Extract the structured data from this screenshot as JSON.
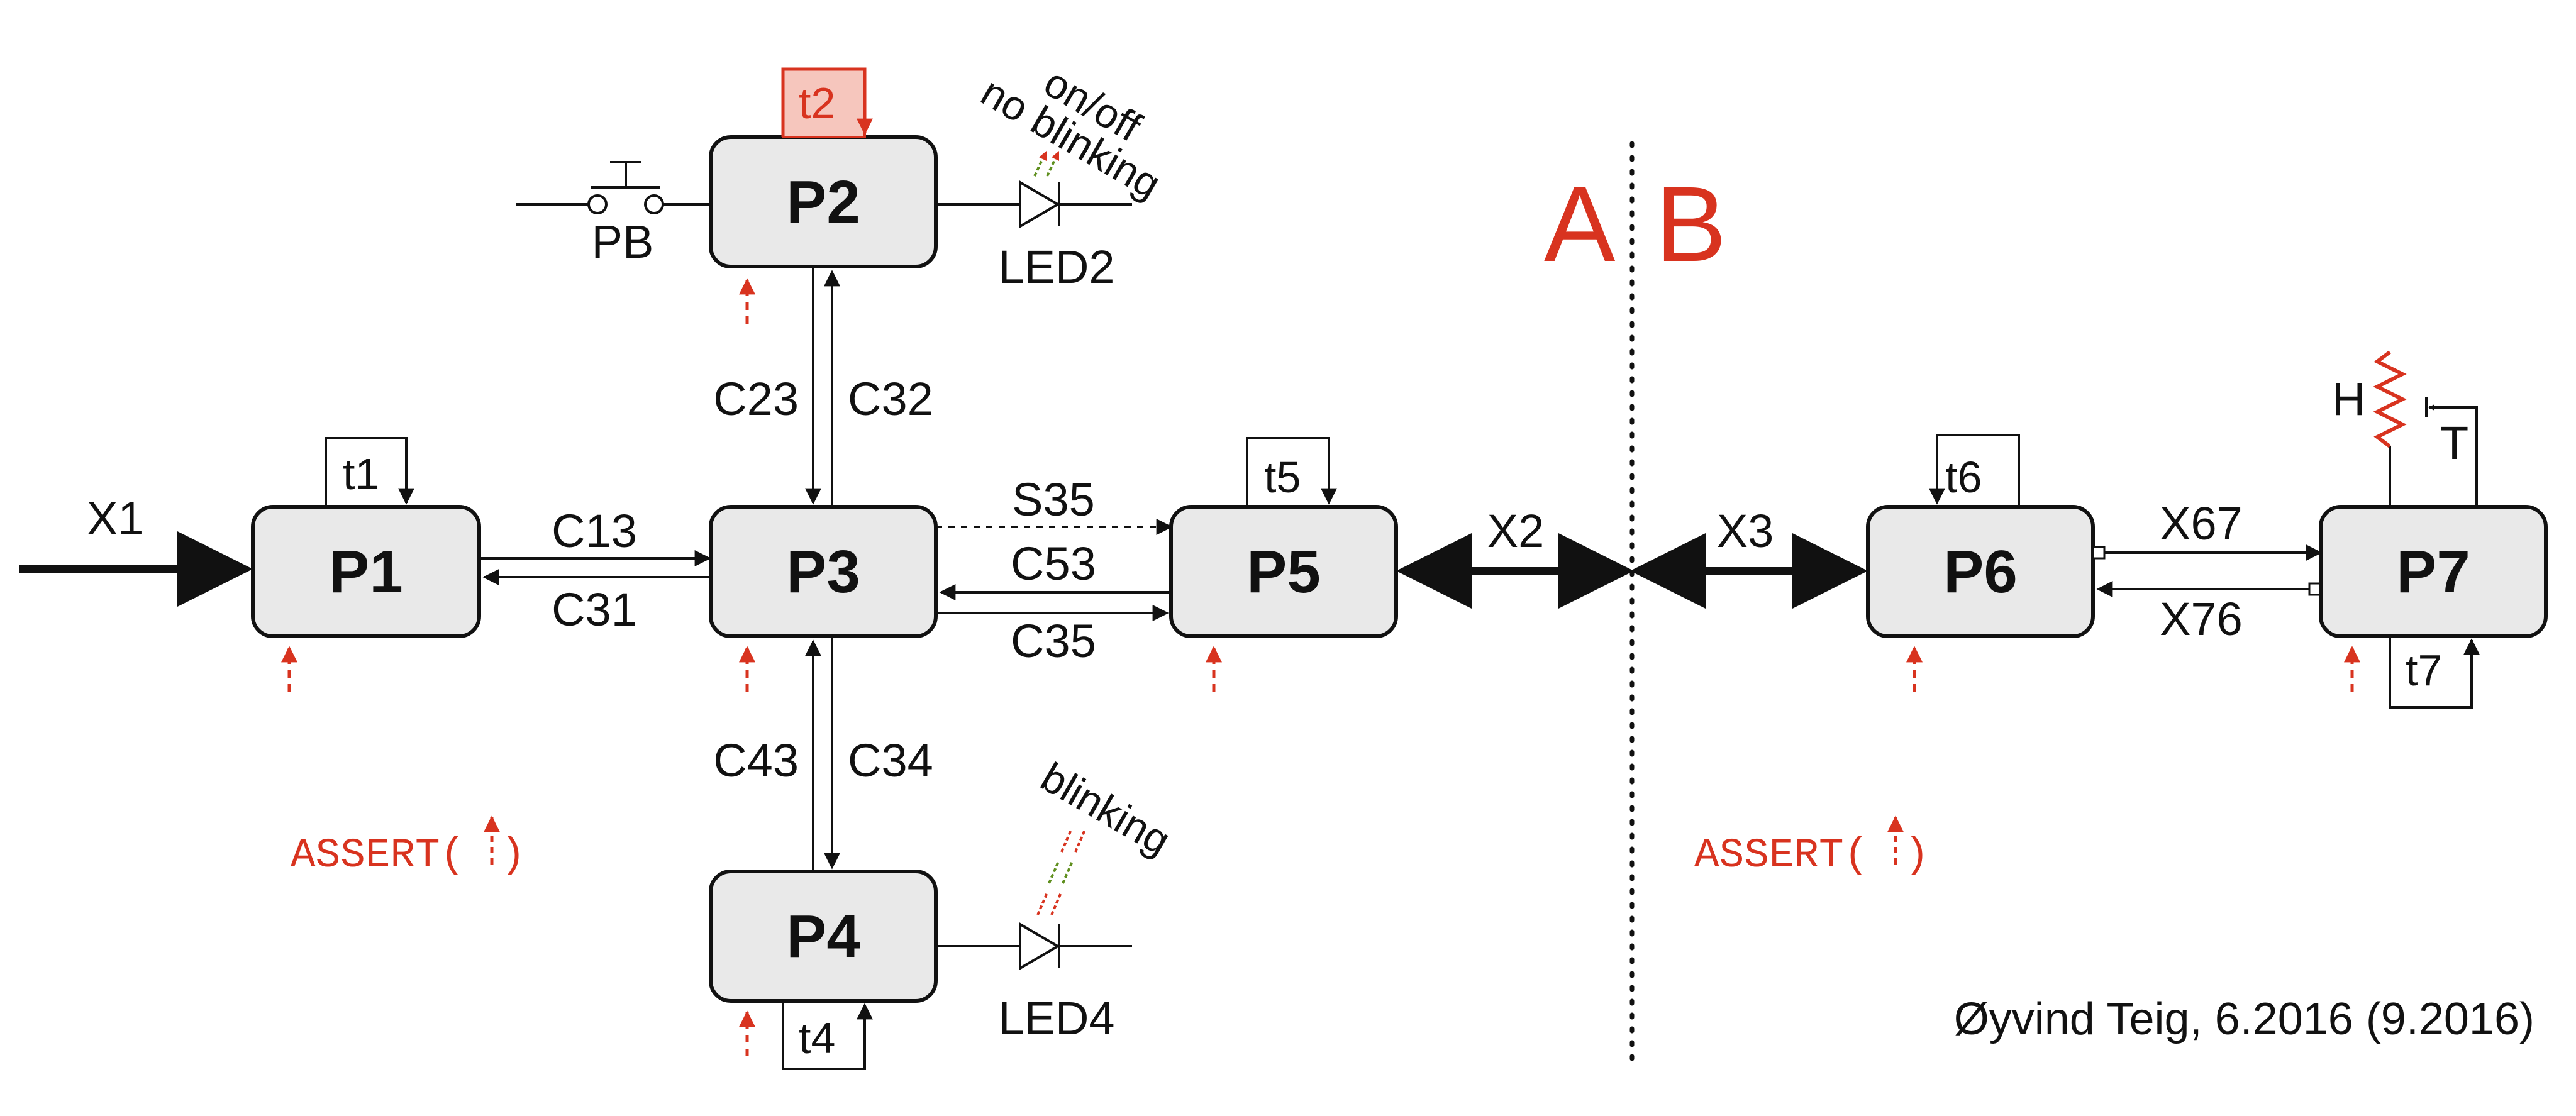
{
  "processes": {
    "p1": "P1",
    "p2": "P2",
    "p3": "P3",
    "p4": "P4",
    "p5": "P5",
    "p6": "P6",
    "p7": "P7"
  },
  "timers": {
    "t1": "t1",
    "t2": "t2",
    "t4": "t4",
    "t5": "t5",
    "t6": "t6",
    "t7": "t7"
  },
  "channels": {
    "c13": "C13",
    "c31": "C31",
    "c23": "C23",
    "c32": "C32",
    "c43": "C43",
    "c34": "C34",
    "s35": "S35",
    "c53": "C53",
    "c35": "C35",
    "x1": "X1",
    "x2": "X2",
    "x3": "X3",
    "x67": "X67",
    "x76": "X76"
  },
  "devices": {
    "pb": "PB",
    "led2": "LED2",
    "led4": "LED4",
    "h": "H",
    "t": "T",
    "led2_note_1": "on/off",
    "led2_note_2": "no blinking",
    "led4_note": "blinking"
  },
  "sides": {
    "a": "A",
    "b": "B"
  },
  "assert_left": "ASSERT(",
  "assert_left_close": ")",
  "assert_right": "ASSERT(",
  "assert_right_close": ")",
  "signature": "Øyvind Teig, 6.2016 (9.2016)",
  "colors": {
    "accent_red": "#d8331f",
    "box_fill": "#e9e9e9",
    "timer_highlight": "#f6c6bd",
    "led_green": "#5f8f1e"
  },
  "icons": [
    "push-button-icon",
    "diode-icon",
    "heater-icon",
    "blink-arrows-icon",
    "assert-arrow-icon"
  ]
}
